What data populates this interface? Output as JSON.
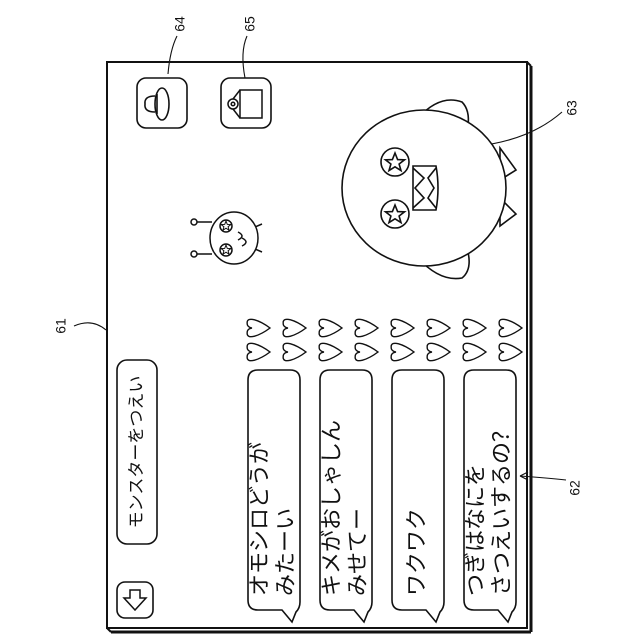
{
  "refs": {
    "screen": "61",
    "speech_bubbles": "62",
    "big_monster": "63",
    "hat_button": "64",
    "item_button": "65"
  },
  "title_button": {
    "label": "モンスターをつえい"
  },
  "back_button": {
    "icon": "arrow-down-icon"
  },
  "bubbles": [
    {
      "lines": [
        "オモシロどうが",
        "みたーい"
      ]
    },
    {
      "lines": [
        "キメがおしゃしん",
        "みせてー"
      ]
    },
    {
      "lines": [
        "ワクワク"
      ]
    },
    {
      "lines": [
        "つぎはなにを",
        "さつえいするの？"
      ]
    }
  ],
  "buttons": {
    "hat": {
      "icon": "hat-icon"
    },
    "item": {
      "icon": "toilet-paper-icon"
    }
  }
}
